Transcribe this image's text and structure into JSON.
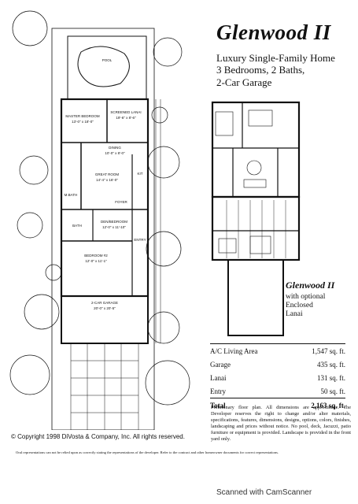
{
  "header": {
    "title": "Glenwood II",
    "subtitle_lines": [
      "Luxury Single-Family Home",
      "3 Bedrooms, 2 Baths,",
      "2-Car Garage"
    ]
  },
  "site_plan": {
    "rooms": [
      {
        "name": "POOL",
        "dims": ""
      },
      {
        "name": "MASTER BEDROOM",
        "dims": "13'-0\" x 18'-0\""
      },
      {
        "name": "SCREENED LANAI",
        "dims": "19'-6\" x 8'-6\""
      },
      {
        "name": "DINING",
        "dims": "10'-0\" x 8'-0\""
      },
      {
        "name": "GREAT ROOM",
        "dims": "14'-4\" x 16'-0\""
      },
      {
        "name": "KIT",
        "dims": ""
      },
      {
        "name": "M.BATH",
        "dims": ""
      },
      {
        "name": "FOYER",
        "dims": ""
      },
      {
        "name": "DEN/BEDROOM",
        "dims": "12'-0\" x 11'-10\""
      },
      {
        "name": "BATH",
        "dims": ""
      },
      {
        "name": "ENTRY",
        "dims": ""
      },
      {
        "name": "BEDROOM #2",
        "dims": "12'-0\" x 11'-1\""
      },
      {
        "name": "2-CAR GARAGE",
        "dims": "20'-0\" x 20'-5\""
      }
    ]
  },
  "optional_plan": {
    "title": "Glenwood II",
    "caption_lines": [
      "with optional",
      "Enclosed",
      "Lanai"
    ]
  },
  "areas": [
    {
      "label": "A/C Living Area",
      "value": "1,547 sq. ft."
    },
    {
      "label": "Garage",
      "value": "435 sq. ft."
    },
    {
      "label": "Lanai",
      "value": "131 sq. ft."
    },
    {
      "label": "Entry",
      "value": "50 sq. ft."
    }
  ],
  "total": {
    "label": "Total",
    "value": "2,163 sq. ft."
  },
  "disclaimer": "Preliminary floor plan. All dimensions are approximate. The Developer reserves the right to change and/or alter materials, specifications, features, dimensions, designs, options, colors, finishes, landscaping and prices without notice. No pool, deck, Jacuzzi, patio furniture or equipment is provided. Landscape is provided in the front yard only.",
  "copyright": "© Copyright 1998 DiVosta & Company, Inc. All rights reserved.",
  "oral_notice": "Oral representations can not be relied upon as correctly stating the representations of the developer. Refer to the contract and other homeowner documents for correct representations.",
  "scanner": "Scanned with CamScanner"
}
